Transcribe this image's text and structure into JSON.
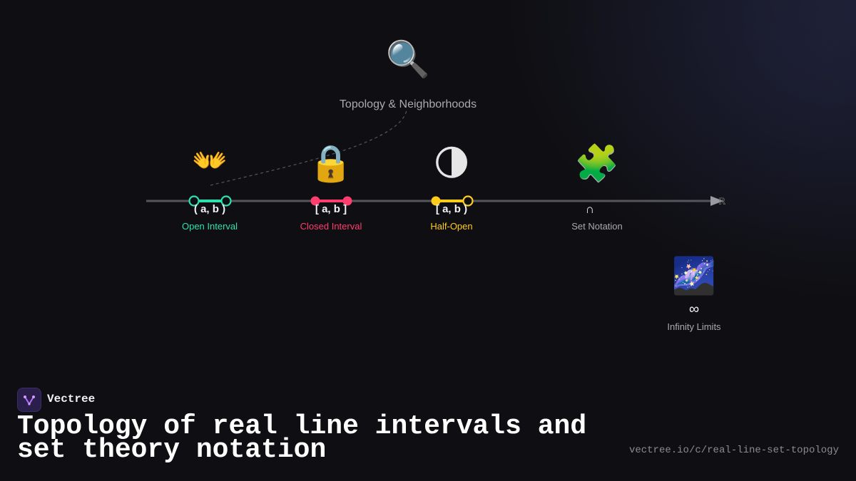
{
  "hub": {
    "icon": "magnifying-glass-icon",
    "emoji": "🔍",
    "label": "Topology & Neighborhoods"
  },
  "axis": {
    "label": "ℝ"
  },
  "nodes": [
    {
      "name": "open-interval",
      "emoji": "👐",
      "icon": "open-hands-icon",
      "notation": "( a, b )",
      "label": "Open Interval",
      "color": "#2de0b0",
      "left_closed": false,
      "right_closed": false
    },
    {
      "name": "closed-interval",
      "emoji": "🔒",
      "icon": "lock-icon",
      "notation": "[ a, b ]",
      "label": "Closed Interval",
      "color": "#ff3d6e",
      "left_closed": true,
      "right_closed": true
    },
    {
      "name": "half-open",
      "emoji": "🌗",
      "icon": "half-moon-icon",
      "notation": "[ a, b )",
      "label": "Half-Open",
      "color": "#ffcc1a",
      "left_closed": true,
      "right_closed": false
    },
    {
      "name": "set-notation",
      "emoji": "🧩",
      "icon": "puzzle-piece-icon",
      "notation": "∩",
      "label": "Set Notation",
      "color": "#a9a9b2"
    },
    {
      "name": "infinity-limits",
      "emoji": "🌌",
      "icon": "milky-way-icon",
      "notation": "∞",
      "label": "Infinity Limits",
      "color": "#a9a9b2"
    }
  ],
  "footer": {
    "brand": "Vectree",
    "title": "Topology of real line intervals and set theory notation",
    "url": "vectree.io/c/real-line-set-topology"
  }
}
